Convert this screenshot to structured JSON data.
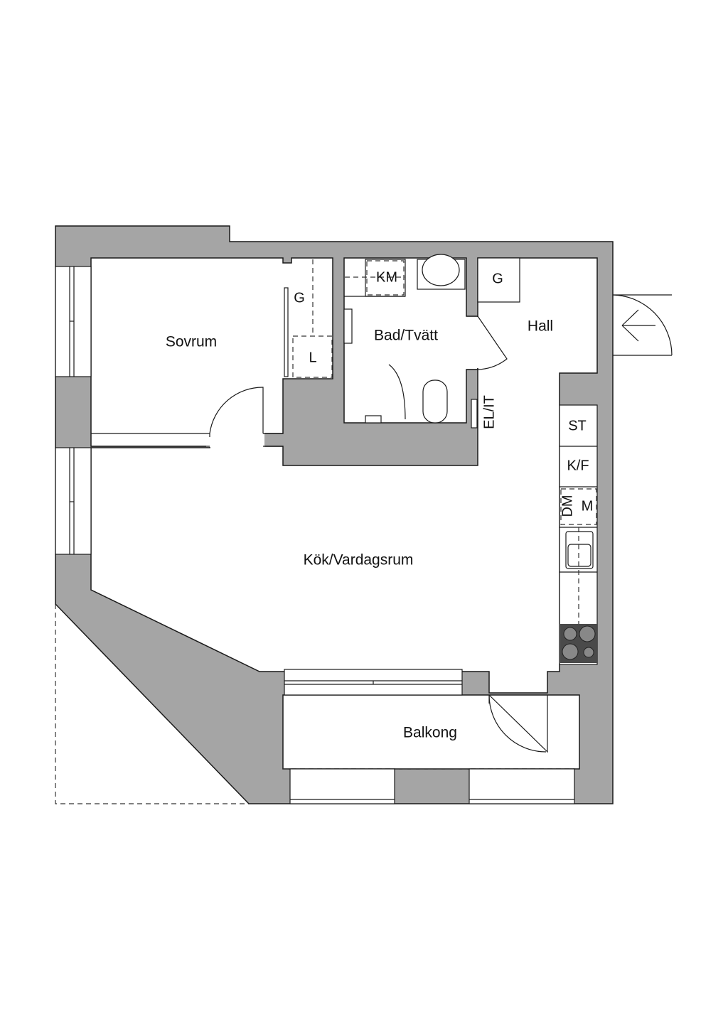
{
  "rooms": {
    "sovrum": "Sovrum",
    "bad_tvatt": "Bad/Tvätt",
    "hall": "Hall",
    "kok_vardagsrum": "Kök/Vardagsrum",
    "balkong": "Balkong"
  },
  "fixtures": {
    "km": "KM",
    "g_sovrum": "G",
    "l": "L",
    "g_hall": "G",
    "el_it": "EL/IT",
    "st": "ST",
    "kf": "K/F",
    "dm": "DM",
    "m": "M"
  },
  "colors": {
    "wall": "#a5a5a5",
    "stove": "#4a4a4a"
  }
}
